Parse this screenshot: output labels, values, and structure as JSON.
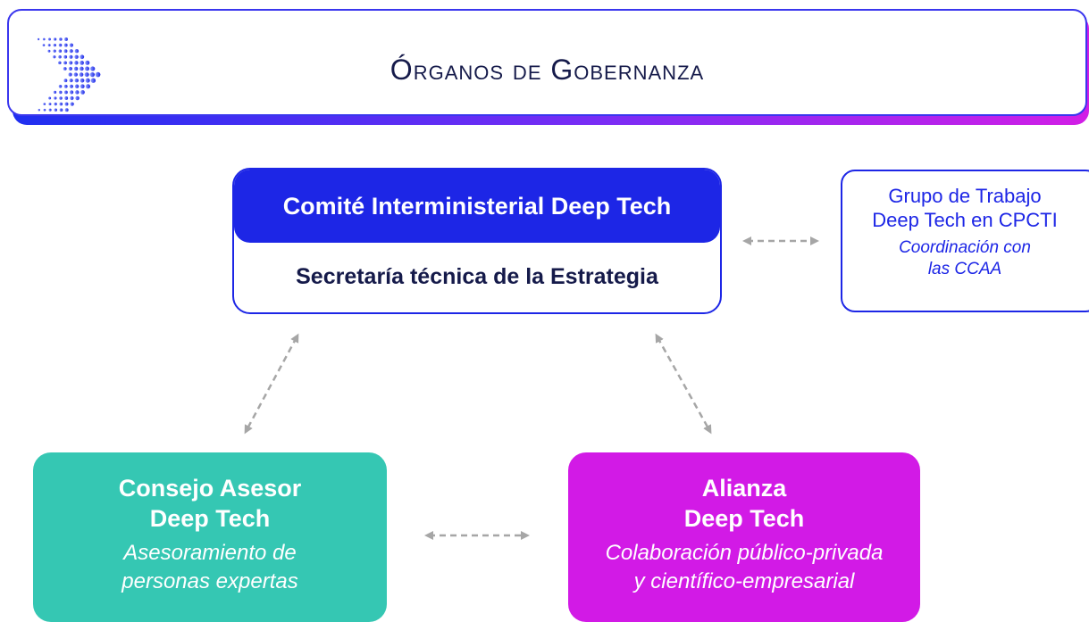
{
  "header": {
    "title": "Órganos de Gobernanza"
  },
  "comite": {
    "title": "Comité Interministerial Deep Tech",
    "subtitle": "Secretaría técnica de la Estrategia"
  },
  "grupo": {
    "title_line1": "Grupo de Trabajo",
    "title_line2": "Deep Tech en CPCTI",
    "desc_line1": "Coordinación con",
    "desc_line2": "las CCAA"
  },
  "consejo": {
    "title_line1": "Consejo Asesor",
    "title_line2": "Deep Tech",
    "desc_line1": "Asesoramiento de",
    "desc_line2": "personas expertas"
  },
  "alianza": {
    "title_line1": "Alianza",
    "title_line2": "Deep Tech",
    "desc_line1": "Colaboración público-privada",
    "desc_line2": "y científico-empresarial"
  },
  "colors": {
    "primary_blue": "#1d26e6",
    "teal": "#35c7b3",
    "magenta": "#d21ae6",
    "arrow_gray": "#a6a6a6",
    "dark_text": "#151a4a"
  },
  "icons": {
    "header_icon": "dotted-chevron-icon"
  }
}
